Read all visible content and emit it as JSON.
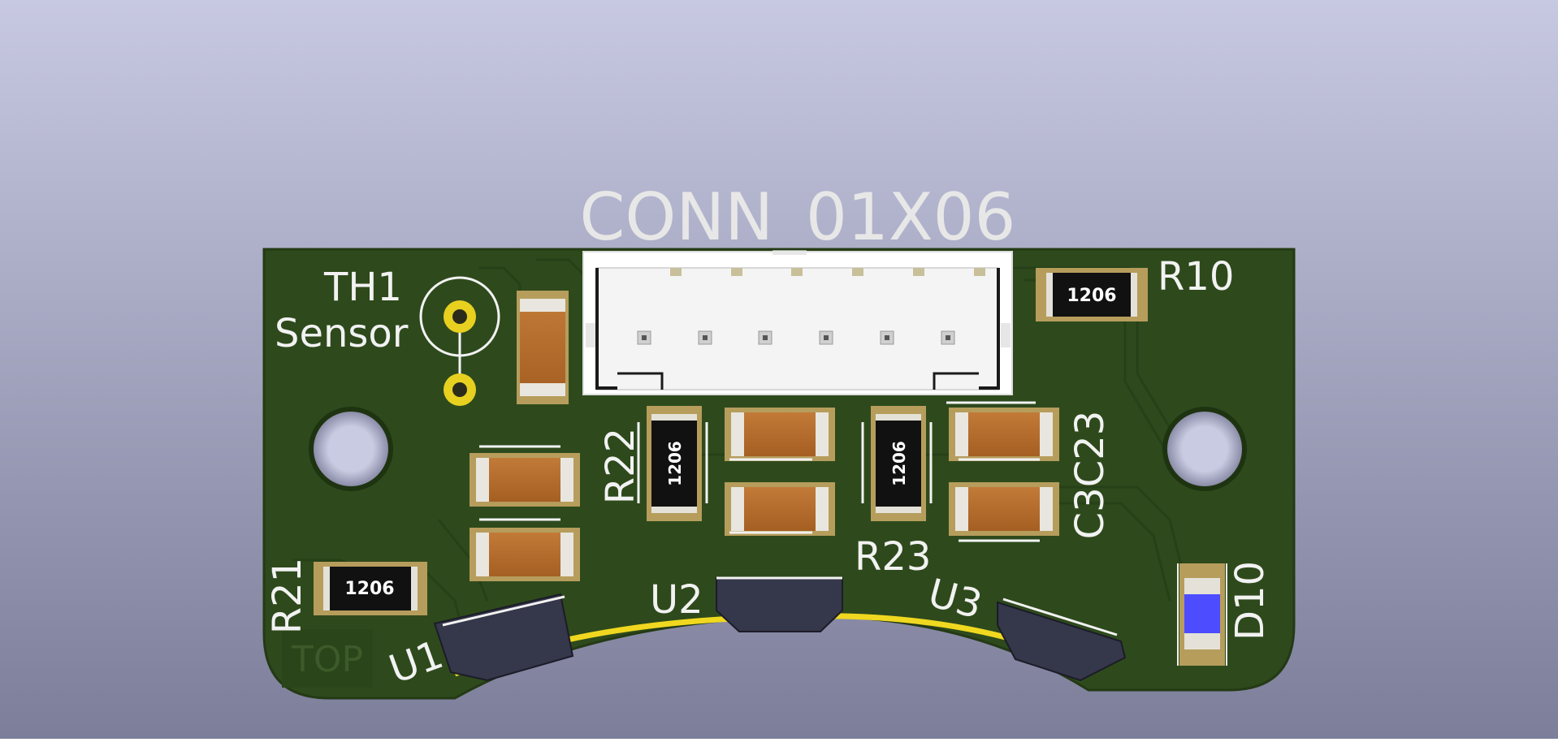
{
  "colors": {
    "bg_top": "#c7c8e1",
    "bg_bottom": "#7c7e9a",
    "pcb": "#2e4a1c",
    "silk": "#f2f2f2",
    "copper_trace": "#263f17",
    "pad_gold": "#b69d5c",
    "hole_gold": "#e8d020",
    "cap_body": "#b3692a",
    "res_body": "#111111",
    "ic_body": "#35374a",
    "led_blue": "#4d4dff",
    "connector": "#ffffff"
  },
  "labels": {
    "conn_title": "CONN_01X06",
    "th1": "TH1",
    "sensor": "Sensor",
    "r10": "R10",
    "r21": "R21",
    "r22": "R22",
    "r23": "R23",
    "c3c23": "C3C23",
    "u1": "U1",
    "u2": "U2",
    "u3": "U3",
    "d10": "D10",
    "top": "TOP"
  },
  "resistor_marking": "1206",
  "icons": {
    "mounting_hole_left": "mounting-hole-icon",
    "mounting_hole_right": "mounting-hole-icon"
  }
}
